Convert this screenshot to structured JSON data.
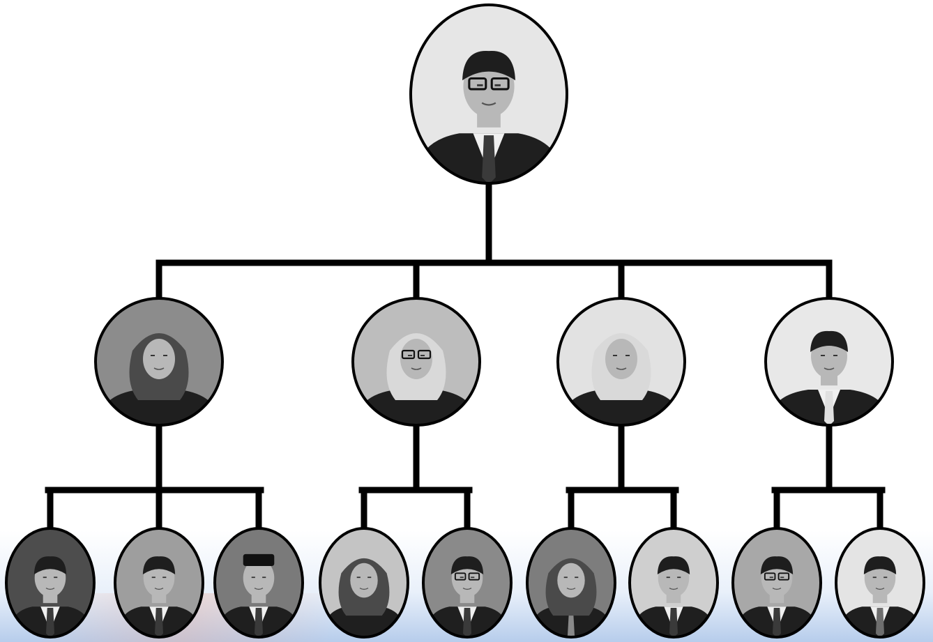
{
  "colors": {
    "connector": "#000000",
    "frame": "#000000",
    "photo_bg": "#9a9a9a",
    "skin": "#b8b8b8",
    "hair": "#1e1e1e",
    "suit": "#1f1f1f",
    "shirt": "#f0f0f0",
    "hijab_light": "#d9d9d9",
    "hijab_dark": "#4a4a4a"
  },
  "nodes": [
    {
      "id": "top",
      "level": 0,
      "parent": null,
      "portrait": "man-glasses-suit",
      "photo_bg": "#e6e6e6"
    },
    {
      "id": "m1",
      "level": 1,
      "parent": "top",
      "portrait": "woman-dark-hijab",
      "photo_bg": "#8c8c8c"
    },
    {
      "id": "m2",
      "level": 1,
      "parent": "top",
      "portrait": "woman-light-hijab-glasses",
      "photo_bg": "#bdbdbd"
    },
    {
      "id": "m3",
      "level": 1,
      "parent": "top",
      "portrait": "woman-light-hijab-suit",
      "photo_bg": "#e2e2e2"
    },
    {
      "id": "m4",
      "level": 1,
      "parent": "top",
      "portrait": "man-suit-light-tie",
      "photo_bg": "#e8e8e8"
    },
    {
      "id": "s1",
      "level": 2,
      "parent": "m1",
      "portrait": "man-suit-tie",
      "photo_bg": "#4d4d4d"
    },
    {
      "id": "s2",
      "level": 2,
      "parent": "m1",
      "portrait": "man-suit-dark-tie",
      "photo_bg": "#9e9e9e"
    },
    {
      "id": "s3",
      "level": 2,
      "parent": "m1",
      "portrait": "man-cap-suit",
      "photo_bg": "#7a7a7a"
    },
    {
      "id": "s4",
      "level": 2,
      "parent": "m2",
      "portrait": "woman-dark-hijab",
      "photo_bg": "#c4c4c4"
    },
    {
      "id": "s5",
      "level": 2,
      "parent": "m2",
      "portrait": "man-glasses-suit",
      "photo_bg": "#8a8a8a"
    },
    {
      "id": "s6",
      "level": 2,
      "parent": "m3",
      "portrait": "woman-dark-hijab-tie",
      "photo_bg": "#7d7d7d"
    },
    {
      "id": "s7",
      "level": 2,
      "parent": "m3",
      "portrait": "man-suit",
      "photo_bg": "#cfcfcf"
    },
    {
      "id": "s8",
      "level": 2,
      "parent": "m4",
      "portrait": "man-glasses-suit",
      "photo_bg": "#a8a8a8"
    },
    {
      "id": "s9",
      "level": 2,
      "parent": "m4",
      "portrait": "man-suit-patterned-tie",
      "photo_bg": "#e4e4e4"
    }
  ]
}
